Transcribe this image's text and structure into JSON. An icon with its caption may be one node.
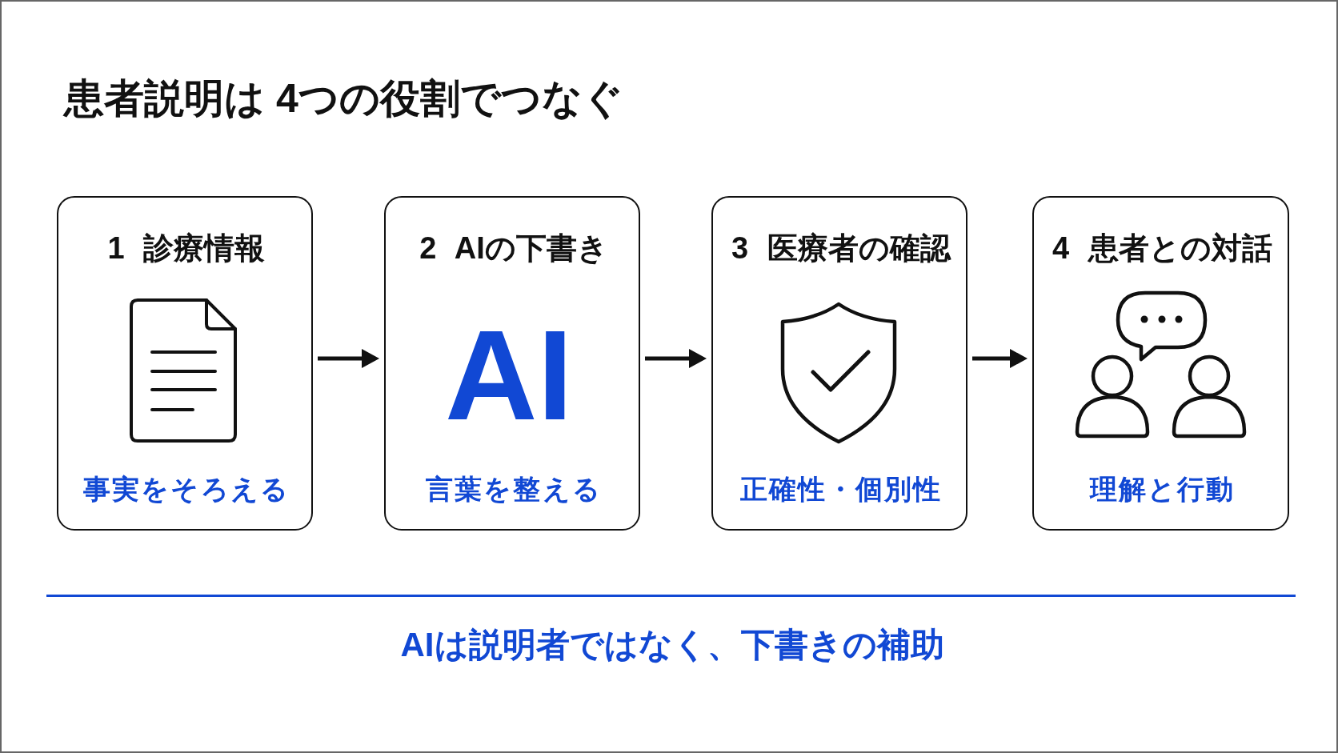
{
  "diagram": {
    "title": "患者説明は 4つの役割でつなぐ",
    "caption": "AIは説明者ではなく、下書きの補助",
    "nodes": [
      {
        "text": [
          "1 診療情報",
          "事実をそろえる"
        ]
      },
      {
        "text": [
          "2 AIの下書き",
          "AI",
          "言葉を整える"
        ]
      },
      {
        "text": [
          "3 医療者の確認",
          "正確性・個別性"
        ]
      },
      {
        "text": [
          "4 患者との対話",
          "理解と行動"
        ]
      }
    ],
    "edges": [
      {
        "from": 0,
        "to": 1,
        "arrow": "to"
      },
      {
        "from": 1,
        "to": 2,
        "arrow": "to"
      },
      {
        "from": 2,
        "to": 3,
        "arrow": "to"
      }
    ]
  }
}
